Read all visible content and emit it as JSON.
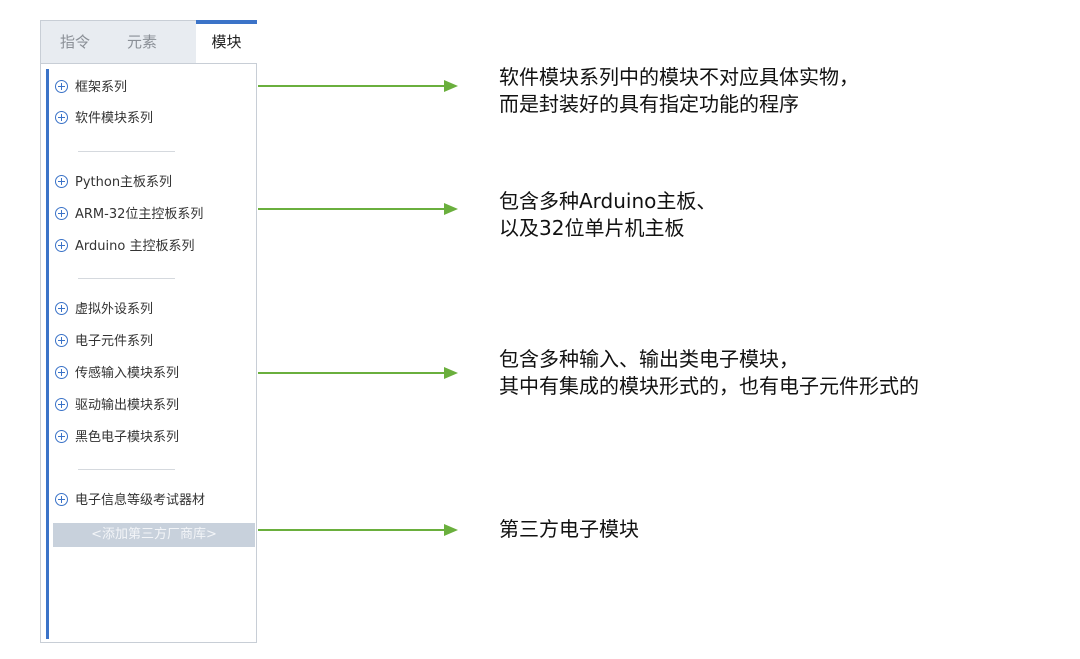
{
  "tabs": [
    "指令",
    "元素",
    "模块"
  ],
  "groups": [
    [
      "框架系列",
      "软件模块系列"
    ],
    [
      "Python主板系列",
      "ARM-32位主控板系列",
      "Arduino 主控板系列"
    ],
    [
      "虚拟外设系列",
      "电子元件系列",
      "传感输入模块系列",
      "驱动输出模块系列",
      "黑色电子模块系列"
    ],
    [
      "电子信息等级考试器材"
    ]
  ],
  "add_vendor": "<添加第三方厂商库>",
  "notes": [
    [
      "软件模块系列中的模块不对应具体实物，",
      "而是封装好的具有指定功能的程序"
    ],
    [
      "包含多种Arduino主板、",
      "以及32位单片机主板"
    ],
    [
      "包含多种输入、输出类电子模块，",
      "其中有集成的模块形式的，也有电子元件形式的"
    ],
    [
      "第三方电子模块"
    ]
  ],
  "colors": {
    "accent": "#3b73c8",
    "arrow": "#6aaf3d"
  }
}
